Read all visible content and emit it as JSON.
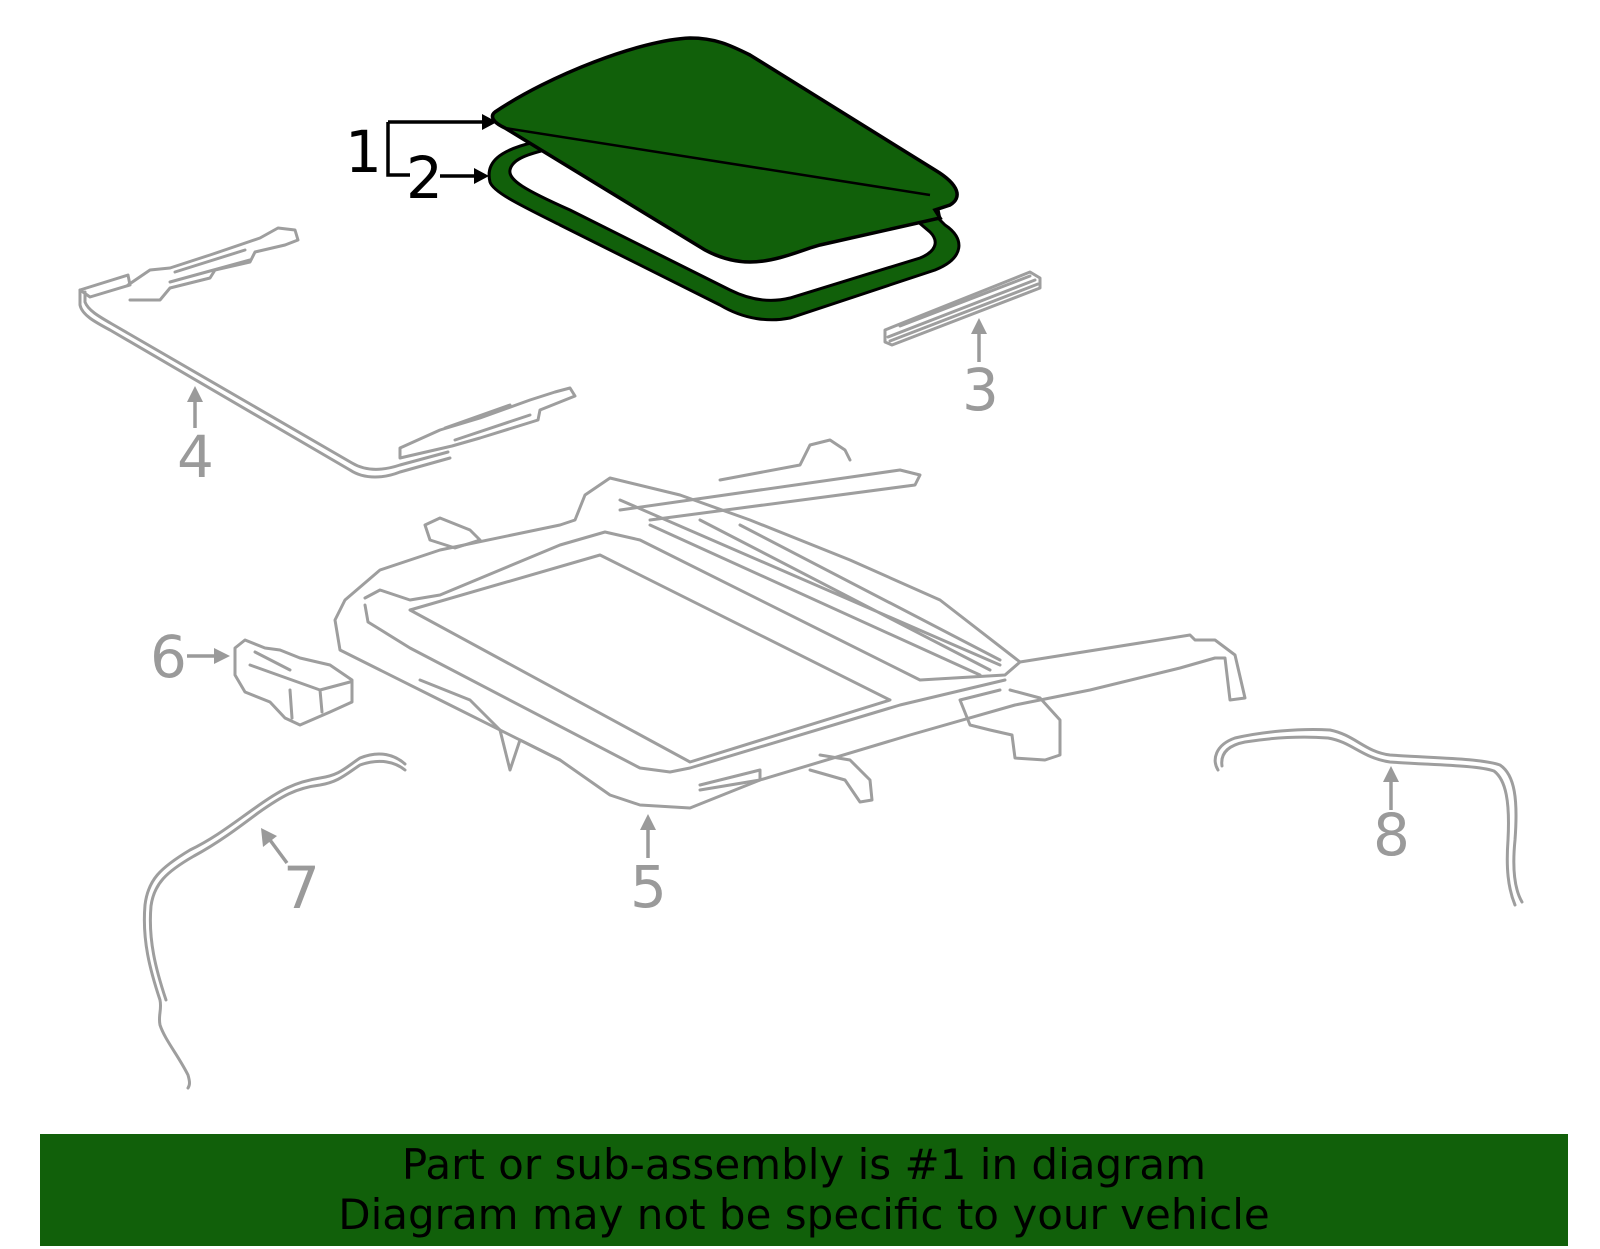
{
  "diagram": {
    "highlight_color": "#11600a",
    "callouts": [
      {
        "id": "1",
        "label": "1",
        "highlighted": true
      },
      {
        "id": "2",
        "label": "2",
        "highlighted": true
      },
      {
        "id": "3",
        "label": "3",
        "highlighted": false
      },
      {
        "id": "4",
        "label": "4",
        "highlighted": false
      },
      {
        "id": "5",
        "label": "5",
        "highlighted": false
      },
      {
        "id": "6",
        "label": "6",
        "highlighted": false
      },
      {
        "id": "7",
        "label": "7",
        "highlighted": false
      },
      {
        "id": "8",
        "label": "8",
        "highlighted": false
      }
    ]
  },
  "banner": {
    "line1": "Part or sub-assembly is #1 in diagram",
    "line2": "Diagram may not be specific to your vehicle",
    "color": "#11600a"
  }
}
